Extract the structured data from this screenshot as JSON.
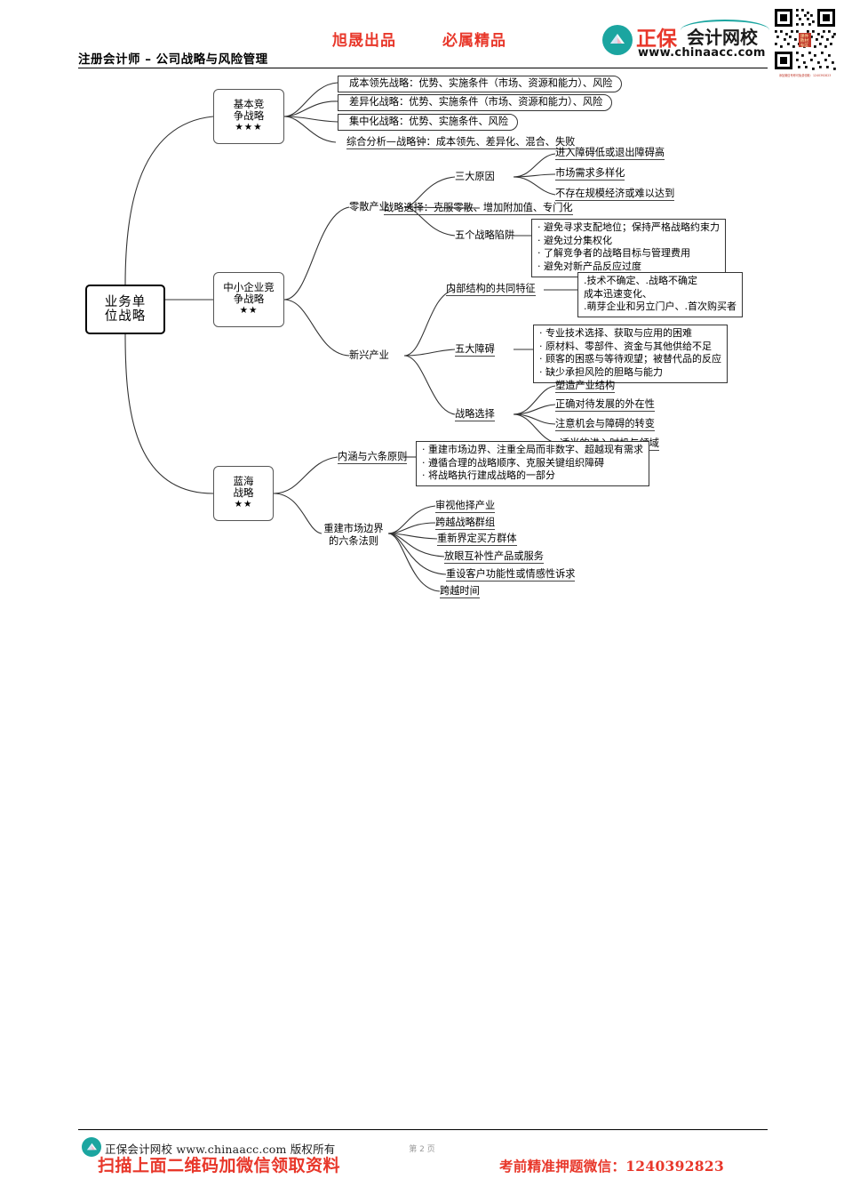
{
  "header": {
    "promo_left": "旭晟出品",
    "promo_right": "必属精品",
    "course_title": "注册会计师 – 公司战略与风险管理",
    "logo": {
      "brand_cn_red": "正保",
      "brand_cn_dark": "会计网校",
      "url": "www.chinaacc.com",
      "mark_icon": "book-circle-icon"
    },
    "qr": {
      "caption": "添加微信号即可免费领取：1240392823",
      "icon": "qr-code-icon"
    }
  },
  "mindmap": {
    "root": {
      "label_line1": "业务单",
      "label_line2": "位战略"
    },
    "branches": [
      {
        "id": "basic",
        "label_line1": "基本竞",
        "label_line2": "争战略",
        "stars": "★★★",
        "items": [
          "成本领先战略：优势、实施条件（市场、资源和能力）、风险",
          "差异化战略：优势、实施条件（市场、资源和能力）、风险",
          "集中化战略：优势、实施条件、风险",
          "综合分析—战略钟：成本领先、差异化、混合、失败"
        ]
      },
      {
        "id": "sme",
        "label_line1": "中小企业竞",
        "label_line2": "争战略",
        "stars": "★★",
        "groups": [
          {
            "title": "零散产业",
            "subs": [
              {
                "title": "三大原因",
                "items": [
                  "进入障碍低或退出障碍高",
                  "市场需求多样化",
                  "不存在规模经济或难以达到"
                ]
              },
              {
                "title": "战略选择：克服零散、增加附加值、专门化",
                "items": []
              },
              {
                "title": "五个战略陷阱",
                "box": [
                  "避免寻求支配地位；保持严格战略约束力",
                  "避免过分集权化",
                  "了解竞争者的战略目标与管理费用",
                  "避免对新产品反应过度"
                ]
              }
            ]
          },
          {
            "title": "新兴产业",
            "subs": [
              {
                "title": "内部结构的共同特征",
                "box": [
                  ".技术不确定、.战略不确定",
                  "成本迅速变化、",
                  ".萌芽企业和另立门户、.首次购买者"
                ]
              },
              {
                "title": "五大障碍",
                "box": [
                  "专业技术选择、获取与应用的困难",
                  "原材料、零部件、资金与其他供给不足",
                  "顾客的困惑与等待观望；被替代品的反应",
                  "缺少承担风险的胆略与能力"
                ]
              },
              {
                "title": "战略选择",
                "items": [
                  "塑造产业结构",
                  "正确对待发展的外在性",
                  "注意机会与障碍的转变",
                  "适当的进入时机与领域"
                ]
              }
            ]
          }
        ]
      },
      {
        "id": "blueocean",
        "label_line1": "蓝海",
        "label_line2": "战略",
        "stars": "★★",
        "groups": [
          {
            "title": "内涵与六条原则",
            "box": [
              "重建市场边界、注重全局而非数字、超越现有需求",
              "遵循合理的战略顺序、克服关键组织障碍",
              "将战略执行建成战略的一部分"
            ]
          },
          {
            "title_line1": "重建市场边界",
            "title_line2": "的六条法则",
            "items": [
              "审视他择产业",
              "跨越战略群组",
              "重新界定买方群体",
              "放眼互补性产品或服务",
              "重设客户功能性或情感性诉求",
              "跨越时间"
            ]
          }
        ]
      }
    ]
  },
  "footer": {
    "copyright": "正保会计网校 www.chinaacc.com 版权所有",
    "page": "第 2 页",
    "scan_text": "扫描上面二维码加微信领取资料",
    "wechat_text": "考前精准押题微信：1240392823",
    "logo_icon": "book-circle-icon"
  },
  "colors": {
    "accent_red": "#e8372a",
    "brand_teal": "#1ba5a0",
    "line": "#333333"
  }
}
